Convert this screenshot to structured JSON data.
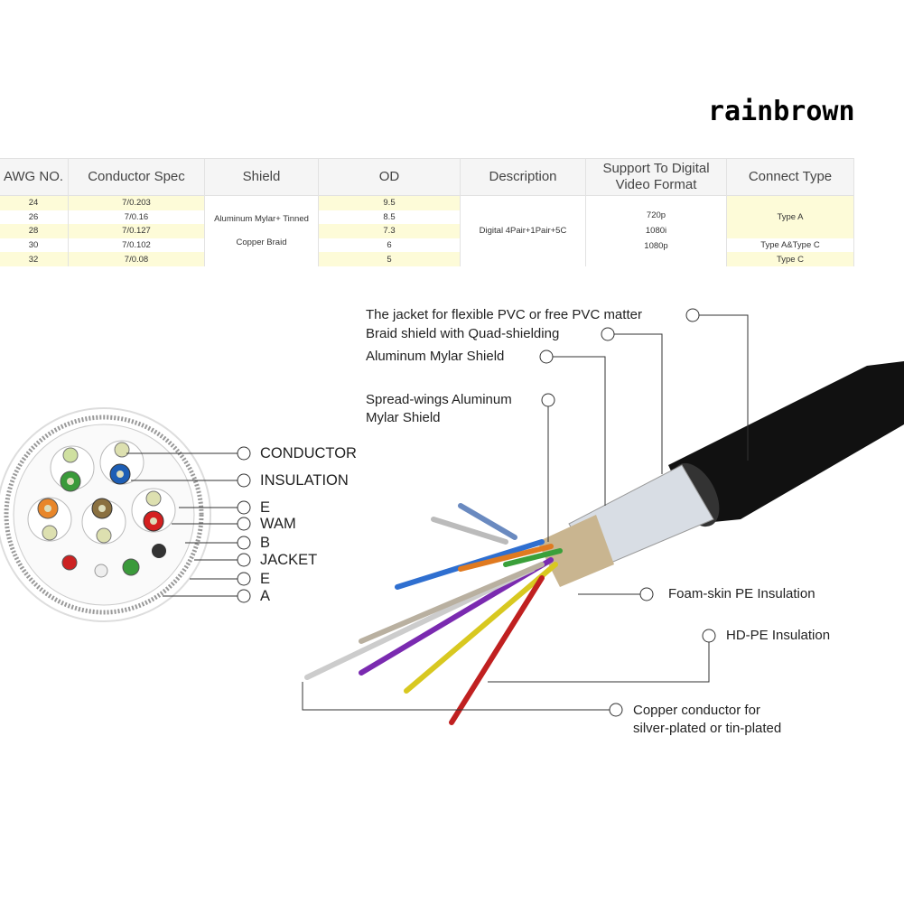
{
  "brand": "rainbrown",
  "table": {
    "headers": [
      "AWG NO.",
      "Conductor Spec",
      "Shield",
      "OD",
      "Description",
      "Support To Digital Video Format",
      "Connect Type"
    ],
    "awg": [
      "24",
      "26",
      "28",
      "30",
      "32"
    ],
    "conductor": [
      "7/0.203",
      "7/0.16",
      "7/0.127",
      "7/0.102",
      "7/0.08"
    ],
    "shield": "Aluminum Mylar+ Tinned Copper Braid",
    "od": [
      "9.5",
      "8.5",
      "7.3",
      "6",
      "5"
    ],
    "description": "Digital 4Pair+1Pair+5C",
    "formats": [
      "720p",
      "1080i",
      "1080p"
    ],
    "connect": [
      "Type A",
      "Type A&Type C",
      "Type C"
    ]
  },
  "cross_section_labels": [
    "CONDUCTOR",
    "INSULATION",
    "E",
    "WAM",
    "B",
    "JACKET",
    "E",
    "A"
  ],
  "cable_labels": {
    "jacket": "The jacket for flexible PVC or free PVC matter",
    "braid": "Braid shield with Quad-shielding",
    "mylar": "Aluminum Mylar Shield",
    "spread1": "Spread-wings Aluminum",
    "spread2": "Mylar Shield",
    "foam": "Foam-skin PE Insulation",
    "hdpe": "HD-PE Insulation",
    "copper1": "Copper conductor for",
    "copper2": "silver-plated or tin-plated"
  }
}
